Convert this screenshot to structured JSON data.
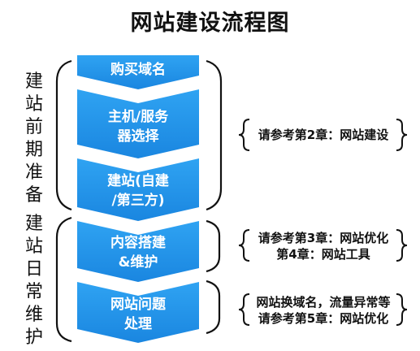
{
  "title": "网站建设流程图",
  "phases": [
    {
      "label_chars": [
        "建",
        "站",
        "前",
        "期",
        "准",
        "备"
      ]
    },
    {
      "label_chars": [
        "建",
        "站",
        "日",
        "常",
        "维",
        "护"
      ]
    }
  ],
  "steps": [
    {
      "line1": "购买域名",
      "line2": ""
    },
    {
      "line1": "主机/服务",
      "line2": "器选择"
    },
    {
      "line1": "建站(自建",
      "line2": "/第三方)"
    },
    {
      "line1": "内容搭建",
      "line2": "&维护"
    },
    {
      "line1": "网站问题",
      "line2": "处理"
    }
  ],
  "notes": [
    {
      "line1": "请参考第2章：网站建设",
      "line2": ""
    },
    {
      "line1": "请参考第3章：网站优化",
      "line2": "第4章：网站工具"
    },
    {
      "line1": "网站换域名，流量异常等",
      "line2": "请参考第5章：网站优化"
    }
  ],
  "colors": {
    "chevron_fill": "#1e8fe6",
    "chevron_fill_light": "#2d9ef0",
    "text_on_chevron": "#ffffff",
    "brace": "#111111"
  }
}
